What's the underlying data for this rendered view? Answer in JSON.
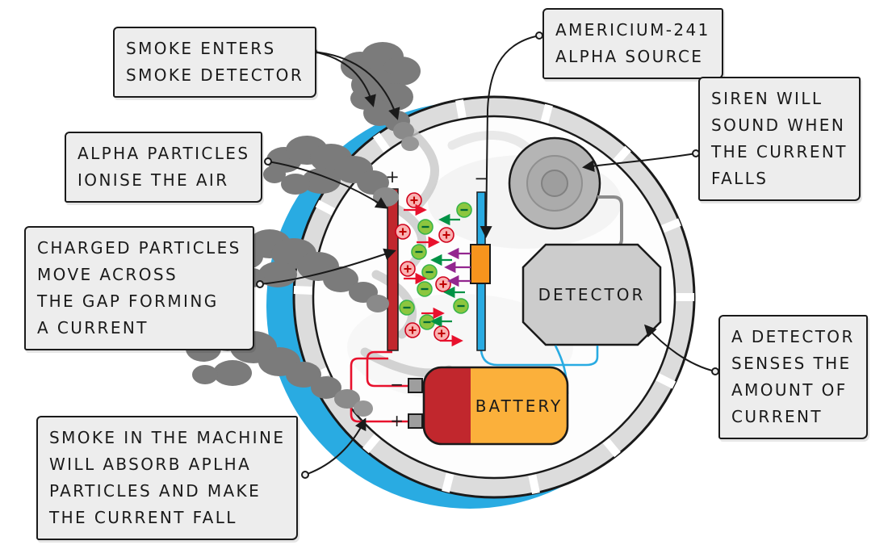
{
  "callouts": {
    "smoke_enters": "SMOKE ENTERS\nSMOKE DETECTOR",
    "americium": "AMERICIUM-241\nALPHA SOURCE",
    "siren": "SIREN WILL\nSOUND WHEN\nTHE CURRENT\nFALLS",
    "alpha_particles": "ALPHA PARTICLES\nIONISE THE AIR",
    "charged_particles": "CHARGED PARTICLES\nMOVE ACROSS\nTHE GAP FORMING\nA CURRENT",
    "detector_senses": "A DETECTOR\nSENSES THE\nAMOUNT OF\nCURRENT",
    "smoke_absorbs": "SMOKE IN THE MACHINE\nWILL ABSORB APLHA\nPARTICLES AND MAKE\nTHE CURRENT FALL"
  },
  "diagram": {
    "detector_label": "DETECTOR",
    "battery_label": "BATTERY",
    "positive_electrode_sign": "+",
    "negative_electrode_sign": "−",
    "battery_negative_sign": "−",
    "battery_positive_sign": "+"
  },
  "colors": {
    "housing_ring": "#dcdcdc",
    "backdrop_blue": "#29ABE2",
    "electrode_red": "#C1272D",
    "electrode_blue": "#29ABE2",
    "alpha_source_orange": "#F7941D",
    "battery_orange": "#FBB03B",
    "battery_red": "#C1272D",
    "smoke_gray": "#7b7b7b",
    "ion_positive_fill": "#F9B2B2",
    "ion_negative_fill": "#8CC63F",
    "arrow_red": "#E8112D",
    "arrow_green": "#009245",
    "arrow_purple": "#93278F"
  }
}
